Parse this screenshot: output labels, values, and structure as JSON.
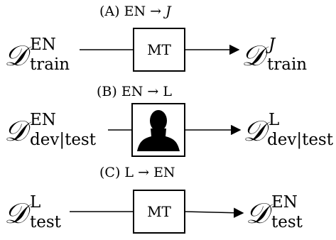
{
  "rows": [
    {
      "caption": {
        "label": "(A)",
        "from": "EN",
        "arrow": "→",
        "to": "J"
      },
      "source": {
        "symbol": "𝒟",
        "sup": "EN",
        "sub": "train"
      },
      "process": {
        "kind": "text",
        "label": "MT"
      },
      "target": {
        "symbol": "𝒟",
        "sup": "J",
        "sub": "train"
      }
    },
    {
      "caption": {
        "label": "(B)",
        "from": "EN",
        "arrow": "→",
        "to": "L"
      },
      "source": {
        "symbol": "𝒟",
        "sup": "EN",
        "sub": "dev|test"
      },
      "process": {
        "kind": "icon",
        "icon": "person-silhouette-icon"
      },
      "target": {
        "symbol": "𝒟",
        "sup": "L",
        "sub": "dev|test"
      }
    },
    {
      "caption": {
        "label": "(C)",
        "from": "L",
        "arrow": "→",
        "to": "EN"
      },
      "source": {
        "symbol": "𝒟",
        "sup": "L",
        "sub": "test"
      },
      "process": {
        "kind": "text",
        "label": "MT"
      },
      "target": {
        "symbol": "𝒟",
        "sup": "EN",
        "sub": "test"
      }
    }
  ]
}
